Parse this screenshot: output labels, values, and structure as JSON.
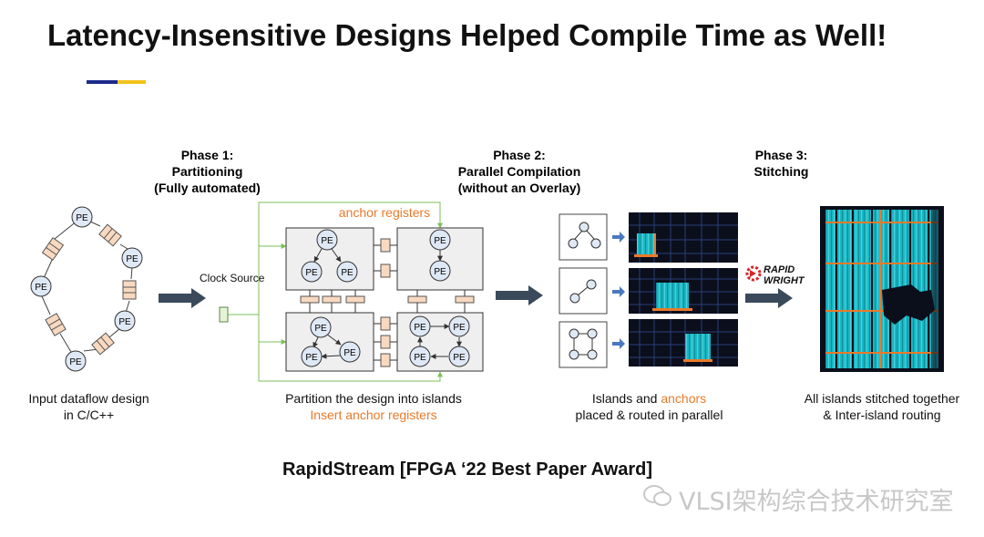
{
  "title": "Latency-Insensitive Designs Helped Compile Time as Well!",
  "colors": {
    "accent_blue": "#1c2a8c",
    "accent_yellow": "#f2c21b",
    "orange": "#ea7a2a",
    "register_fill": "#f8d9c0",
    "pe_fill": "#dfe8f5",
    "island_fill": "#efefef",
    "fpga_cyan": "#19b7c5",
    "arrow": "#3a4a5a",
    "green_wire": "#7bbf5a"
  },
  "phases": [
    {
      "line1": "Phase 1:",
      "line2": "Partitioning",
      "line3": "(Fully automated)"
    },
    {
      "line1": "Phase 2:",
      "line2": "Parallel Compilation",
      "line3": "(without an Overlay)"
    },
    {
      "line1": "Phase 3:",
      "line2": "Stitching"
    }
  ],
  "labels": {
    "anchor_registers": "anchor registers",
    "clock_source": "Clock Source",
    "pe": "PE",
    "rapid": "RAPID",
    "wright": "WRIGHT"
  },
  "captions": {
    "input_line1": "Input dataflow design",
    "input_line2": "in C/C++",
    "partition_line1": "Partition the design into islands",
    "partition_line2": "Insert anchor registers",
    "islands_prefix": "Islands and ",
    "islands_anchors": "anchors",
    "islands_line2": "placed & routed in parallel",
    "stitch_line1": "All islands stitched together",
    "stitch_line2": "& Inter-island routing"
  },
  "footer": "RapidStream [FPGA ‘22 Best Paper Award]",
  "watermark": "VLSI架构综合技术研究室"
}
